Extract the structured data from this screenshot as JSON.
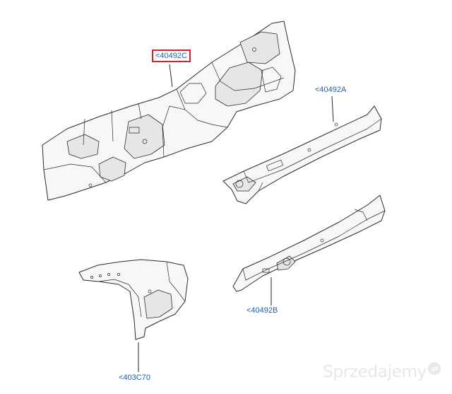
{
  "parts": [
    {
      "id": "floor-pan-assembly",
      "label": "<40492C",
      "highlighted": true,
      "highlight_color": "#d6202a"
    },
    {
      "id": "upper-right-rail",
      "label": "<40492A",
      "highlighted": false
    },
    {
      "id": "lower-right-rail",
      "label": "<40492B",
      "highlighted": false
    },
    {
      "id": "corner-bracket",
      "label": "<403C70",
      "highlighted": false
    }
  ],
  "label_color": "#1f5fae",
  "watermark": {
    "text": "Sprzedajemy",
    "badge": ".pl"
  }
}
